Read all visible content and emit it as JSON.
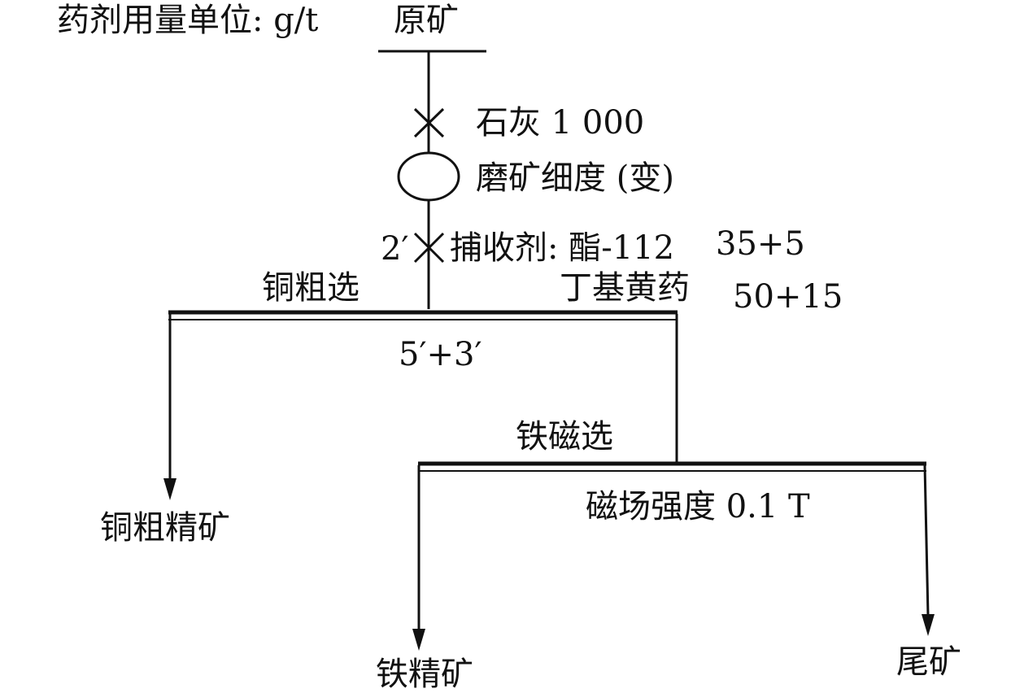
{
  "units_note": "药剂用量单位: g/t",
  "feed": "原矿",
  "lime": "石灰 1 000",
  "grinding": "磨矿细度 (变)",
  "conditioning_time": "2′",
  "collector_label": "捕收剂: 酯-112",
  "collector_dose": "35+5",
  "xanthate_label": "丁基黄药",
  "xanthate_dose": "50+15",
  "copper_rougher": "铜粗选",
  "flotation_time": "5′+3′",
  "copper_concentrate": "铜粗精矿",
  "magnetic_separation": "铁磁选",
  "field_strength": "磁场强度 0.1 T",
  "iron_concentrate": "铁精矿",
  "tailings": "尾矿"
}
